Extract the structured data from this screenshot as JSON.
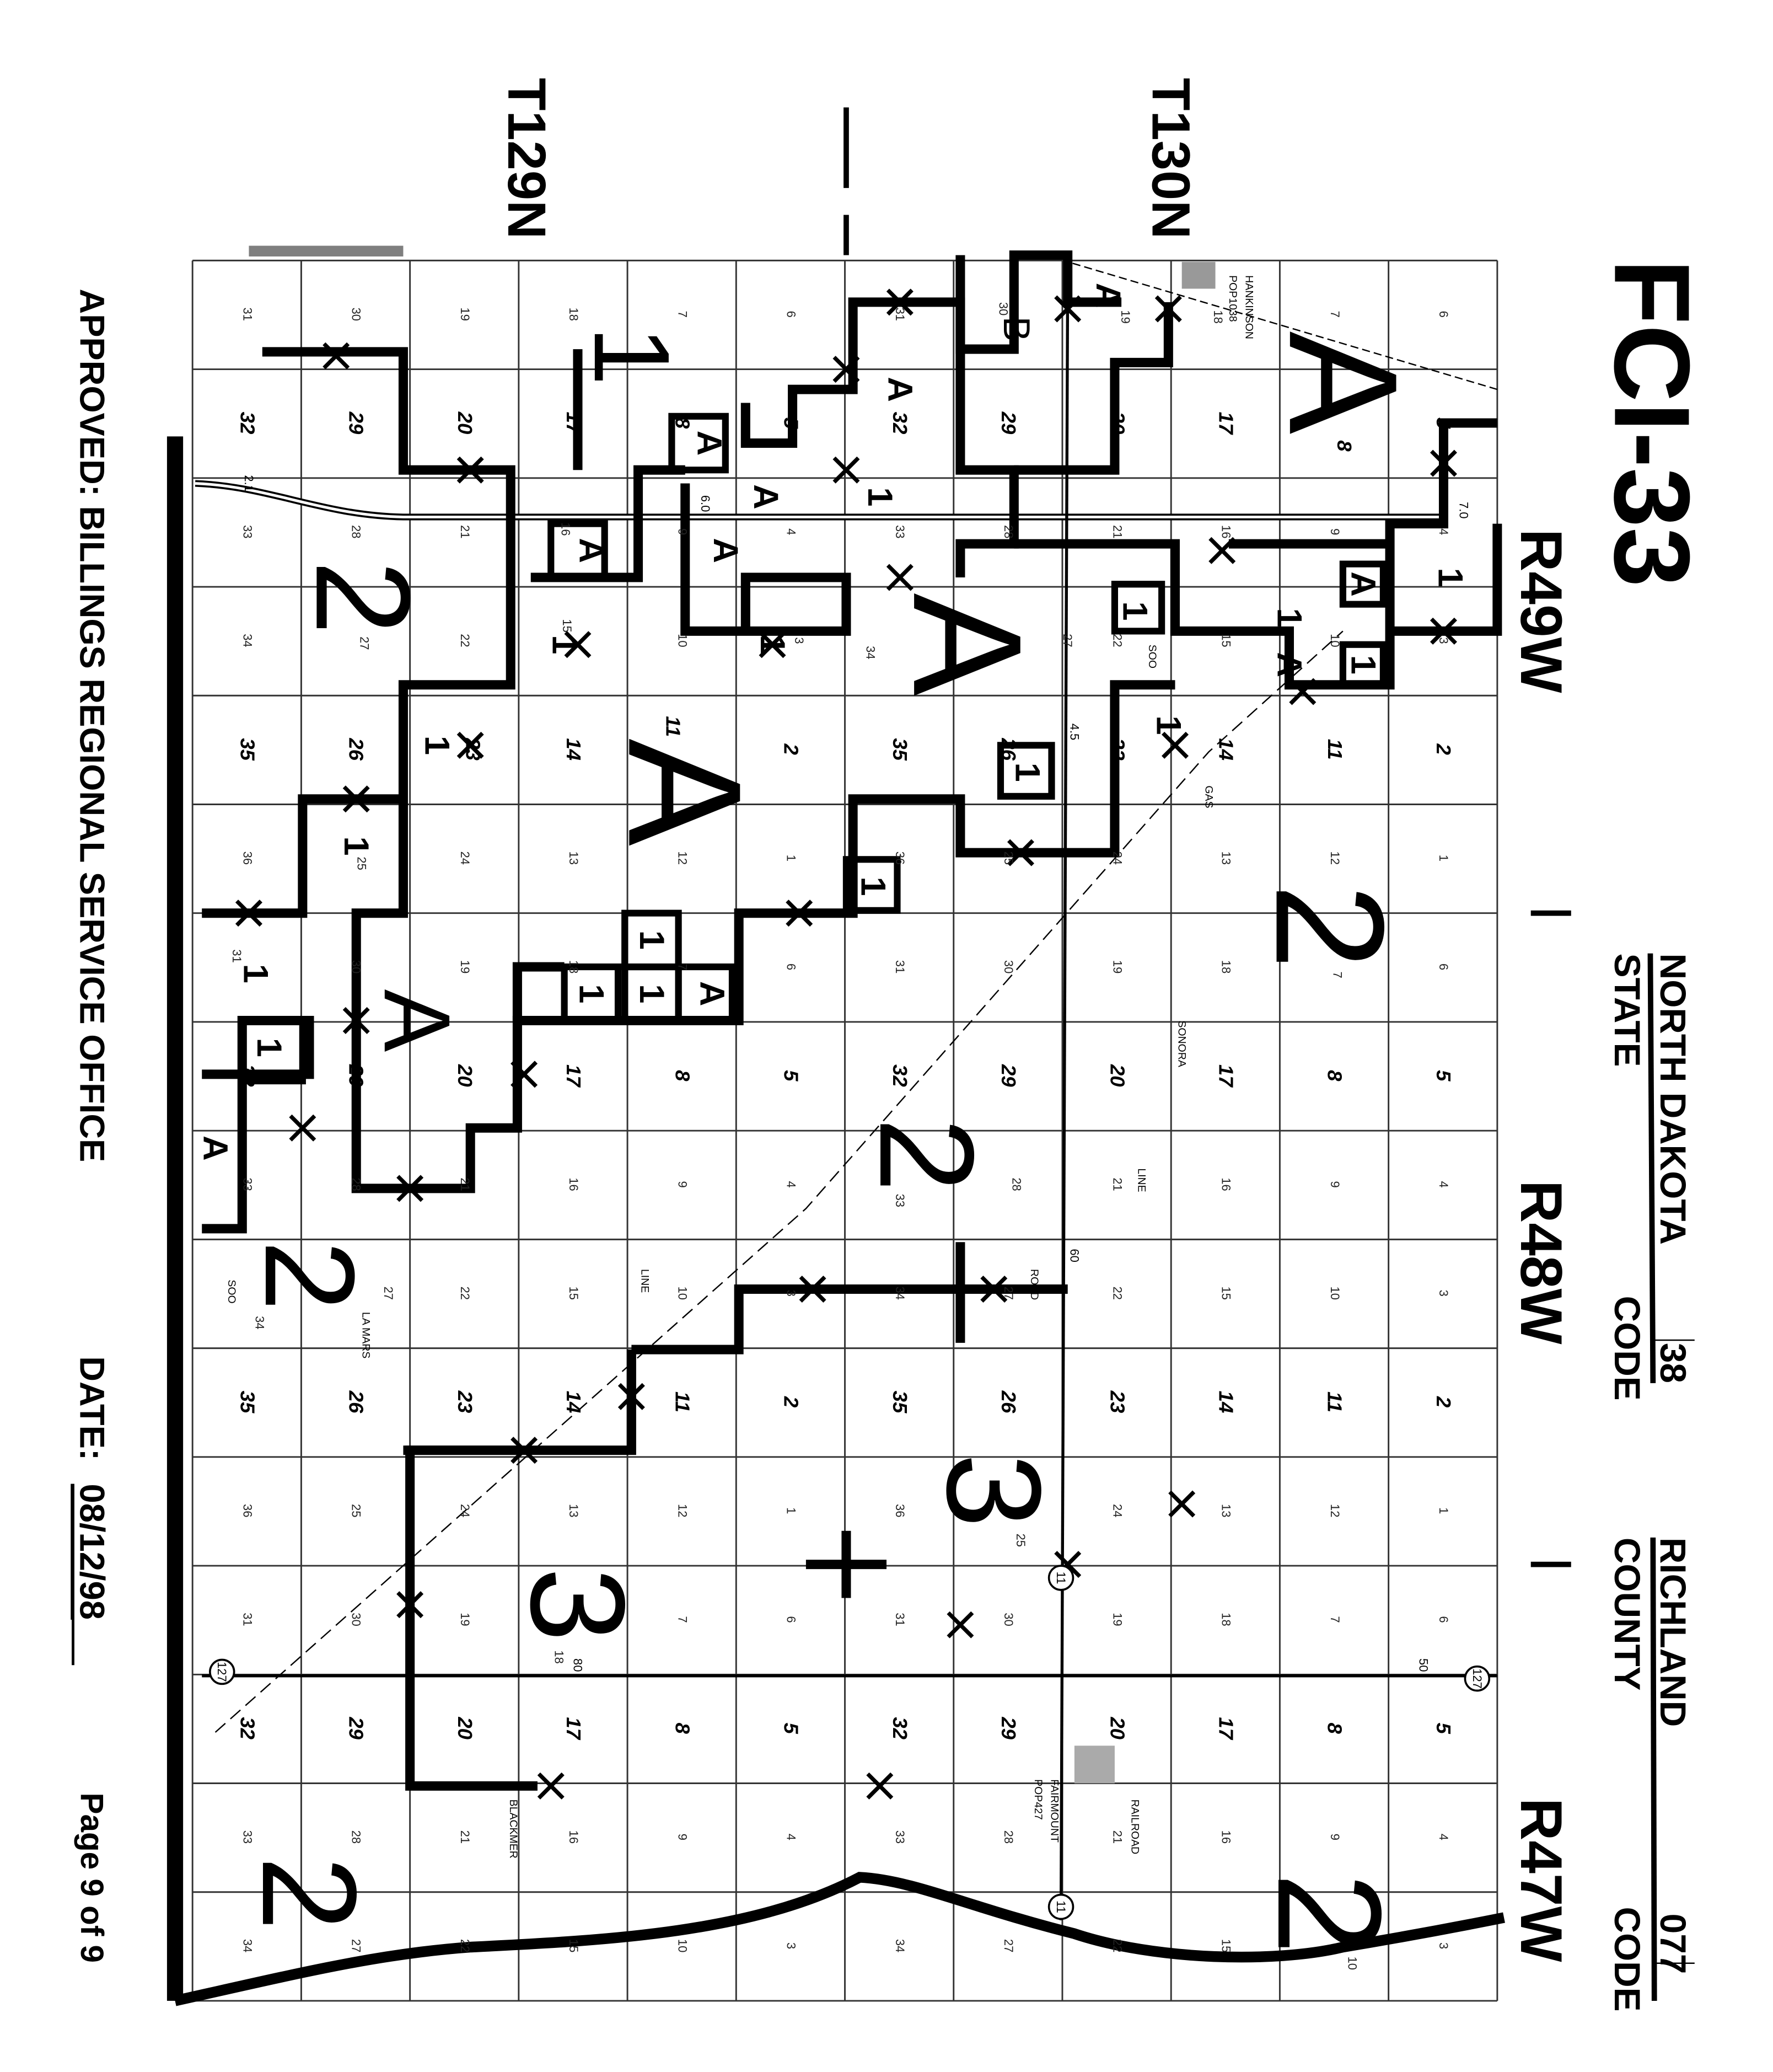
{
  "header": {
    "map_id": "FCI-33",
    "state_name": "NORTH DAKOTA",
    "state_label": "STATE",
    "state_code_label": "CODE",
    "state_code": "38",
    "county_name": "RICHLAND",
    "county_label": "COUNTY",
    "county_code_label": "CODE",
    "county_code": "077",
    "ranges": [
      "R49W",
      "R48W",
      "R47W"
    ],
    "townships": [
      "T130N",
      "T129N"
    ]
  },
  "footer": {
    "approved": "APPROVED:  BILLINGS REGIONAL SERVICE OFFICE",
    "date_label": "DATE:",
    "date": "08/12/98",
    "page": "Page 9 of 9"
  },
  "map": {
    "places": {
      "hankinson": "HANKINSON",
      "hankinson_pop": "POP1038",
      "sonora": "SONORA",
      "fairmount": "FAIRMOUNT",
      "fairmount_pop": "POP427",
      "la_mars": "LA MARS",
      "blackmer": "BLACKMER"
    },
    "features": {
      "soo": "SOO",
      "line": "LINE",
      "road": "ROAD",
      "railroad": "RAILROAD",
      "gas": "GAS"
    },
    "road_numbers": [
      "6.0",
      "7.0",
      "4.5",
      "60",
      "80",
      "50",
      "2.1",
      "127",
      "127",
      "11",
      "11"
    ],
    "zone_labels": [
      "A",
      "A",
      "A",
      "2",
      "2",
      "2",
      "3",
      "3",
      "2",
      "2",
      "2",
      "1",
      "A",
      "B",
      "A",
      "1",
      "1",
      "1",
      "1",
      "A",
      "1",
      "1",
      "A",
      "A",
      "A",
      "1",
      "A",
      "A",
      "1",
      "1",
      "1",
      "1",
      "1",
      "1",
      "1",
      "A",
      "1",
      "1",
      "A",
      "A",
      "1"
    ],
    "sections": [
      [
        6,
        5,
        4,
        3,
        2,
        1,
        6,
        5,
        4,
        3,
        2,
        1,
        6,
        5,
        4,
        3
      ],
      [
        7,
        8,
        9,
        10,
        11,
        12,
        7,
        8,
        9,
        10,
        11,
        12,
        7,
        8,
        9,
        10
      ],
      [
        18,
        17,
        16,
        15,
        14,
        13,
        18,
        17,
        16,
        15,
        14,
        13,
        18,
        17,
        16,
        15
      ],
      [
        19,
        20,
        21,
        22,
        23,
        24,
        19,
        20,
        21,
        22,
        23,
        24,
        19,
        20,
        21,
        22
      ],
      [
        30,
        29,
        28,
        27,
        26,
        25,
        30,
        29,
        28,
        27,
        26,
        25,
        30,
        29,
        28,
        27
      ],
      [
        31,
        32,
        33,
        34,
        35,
        36,
        31,
        32,
        33,
        34,
        35,
        36,
        31,
        32,
        33,
        34
      ],
      [
        6,
        5,
        4,
        3,
        2,
        1,
        6,
        5,
        4,
        3,
        2,
        1,
        6,
        5,
        4,
        3
      ],
      [
        7,
        8,
        9,
        10,
        11,
        12,
        7,
        8,
        9,
        10,
        11,
        12,
        7,
        8,
        9,
        10
      ],
      [
        18,
        17,
        16,
        15,
        14,
        13,
        18,
        17,
        16,
        15,
        14,
        13,
        18,
        17,
        16,
        15
      ],
      [
        19,
        20,
        21,
        22,
        23,
        24,
        19,
        20,
        21,
        22,
        23,
        24,
        19,
        20,
        21,
        22
      ],
      [
        30,
        29,
        28,
        27,
        26,
        25,
        30,
        29,
        28,
        27,
        26,
        25,
        30,
        29,
        28,
        27
      ],
      [
        31,
        32,
        33,
        34,
        35,
        36,
        31,
        32,
        33,
        34,
        35,
        36,
        31,
        32,
        33,
        34
      ]
    ]
  }
}
